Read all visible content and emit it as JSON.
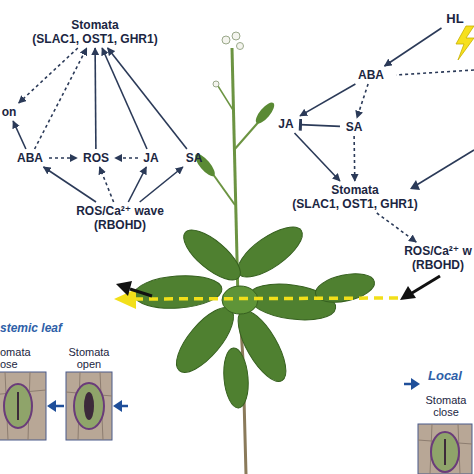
{
  "diagram": {
    "nodes": [
      {
        "text": [
          "Stomata",
          "(SLAC1, OST1, GHR1)"
        ]
      },
      {
        "text": [
          "HL"
        ]
      },
      {
        "text": [
          "ABA"
        ]
      },
      {
        "text": [
          "on"
        ]
      },
      {
        "text": [
          "JA"
        ]
      },
      {
        "text": [
          "SA"
        ]
      },
      {
        "text": [
          "ABA"
        ]
      },
      {
        "text": [
          "ROS"
        ]
      },
      {
        "text": [
          "JA"
        ]
      },
      {
        "text": [
          "SA"
        ]
      },
      {
        "text": [
          "Stomata",
          "(SLAC1, OST1, GHR1)"
        ]
      },
      {
        "text": [
          "ROS/Ca²⁺ wave",
          "(RBOHD)"
        ]
      },
      {
        "text": [
          "ROS/Ca²⁺ w",
          "(RBOHD)"
        ]
      }
    ],
    "edges": [
      {
        "from": 11,
        "to": 6,
        "arrow": "to"
      },
      {
        "from": 11,
        "to": 7,
        "arrow": "to"
      },
      {
        "from": 11,
        "to": 8,
        "arrow": "to"
      },
      {
        "from": 11,
        "to": 9,
        "arrow": "to"
      },
      {
        "from": 6,
        "to": 3,
        "arrow": "to"
      },
      {
        "from": 6,
        "to": 7,
        "arrow": "to"
      },
      {
        "from": 8,
        "to": 7,
        "arrow": "to"
      },
      {
        "from": 6,
        "to": 0,
        "arrow": "to"
      },
      {
        "from": 7,
        "to": 0,
        "arrow": "to"
      },
      {
        "from": 8,
        "to": 0,
        "arrow": "to"
      },
      {
        "from": 9,
        "to": 0,
        "arrow": "to"
      },
      {
        "from": 0,
        "to": 3,
        "arrow": "to"
      },
      {
        "from": 1,
        "to": 2,
        "arrow": "to"
      },
      {
        "from": 2,
        "to": 4,
        "arrow": "to"
      },
      {
        "from": 2,
        "to": 5,
        "arrow": "to"
      },
      {
        "from": 5,
        "to": 4,
        "arrow": "to"
      },
      {
        "from": 4,
        "to": 10,
        "arrow": "to"
      },
      {
        "from": 5,
        "to": 10,
        "arrow": "to"
      },
      {
        "from": 10,
        "to": 12,
        "arrow": "to"
      }
    ],
    "labels": [
      "stemic leaf",
      "omata ose",
      "Stomata open",
      "Local",
      "Stomata close"
    ]
  }
}
